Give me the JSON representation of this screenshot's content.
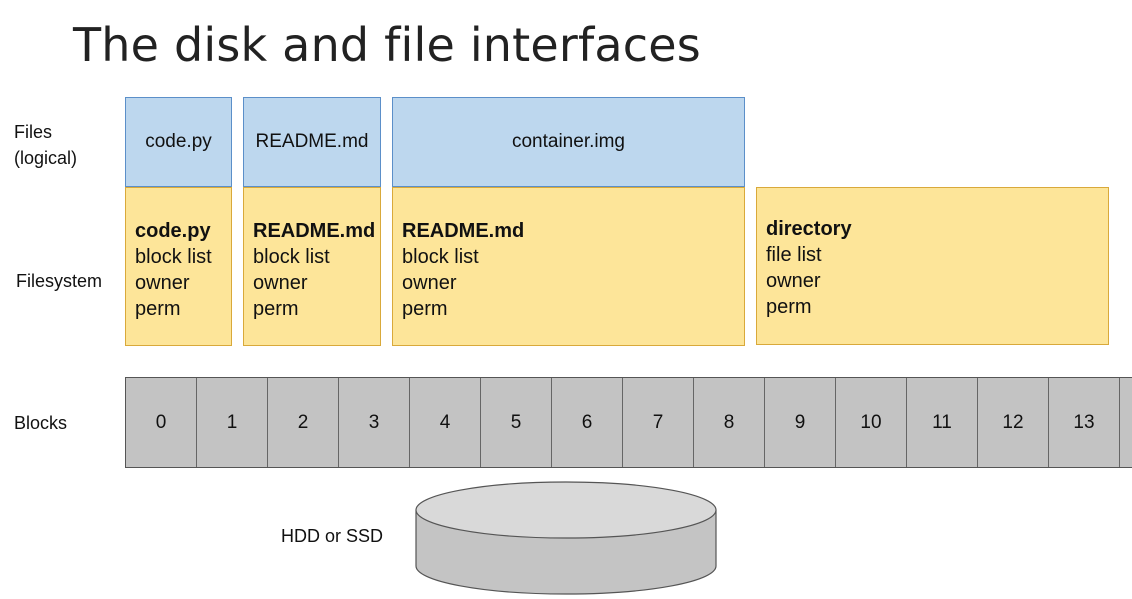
{
  "title": "The disk and file interfaces",
  "row_labels": {
    "files": "Files\n(logical)",
    "files_line1": "Files",
    "files_line2": "(logical)",
    "filesystem": "Filesystem",
    "blocks": "Blocks"
  },
  "files": [
    {
      "name": "code.py"
    },
    {
      "name": "README.md"
    },
    {
      "name": "container.img"
    }
  ],
  "filesystem_entries": [
    {
      "name": "code.py",
      "fields": [
        "block list",
        "owner",
        "perm"
      ]
    },
    {
      "name": "README.md",
      "fields": [
        "block list",
        "owner",
        "perm"
      ]
    },
    {
      "name": "README.md",
      "fields": [
        "block list",
        "owner",
        "perm"
      ]
    },
    {
      "name": "directory",
      "fields": [
        "file list",
        "owner",
        "perm"
      ]
    }
  ],
  "blocks": [
    "0",
    "1",
    "2",
    "3",
    "4",
    "5",
    "6",
    "7",
    "8",
    "9",
    "10",
    "11",
    "12",
    "13"
  ],
  "disk": {
    "label": "HDD or SSD"
  },
  "colors": {
    "file_fill": "#bdd7ee",
    "file_border": "#5b8fc9",
    "fs_fill": "#fde599",
    "fs_border": "#d9a93a",
    "block_fill": "#c3c3c3",
    "disk_fill": "#d6d6d6"
  }
}
